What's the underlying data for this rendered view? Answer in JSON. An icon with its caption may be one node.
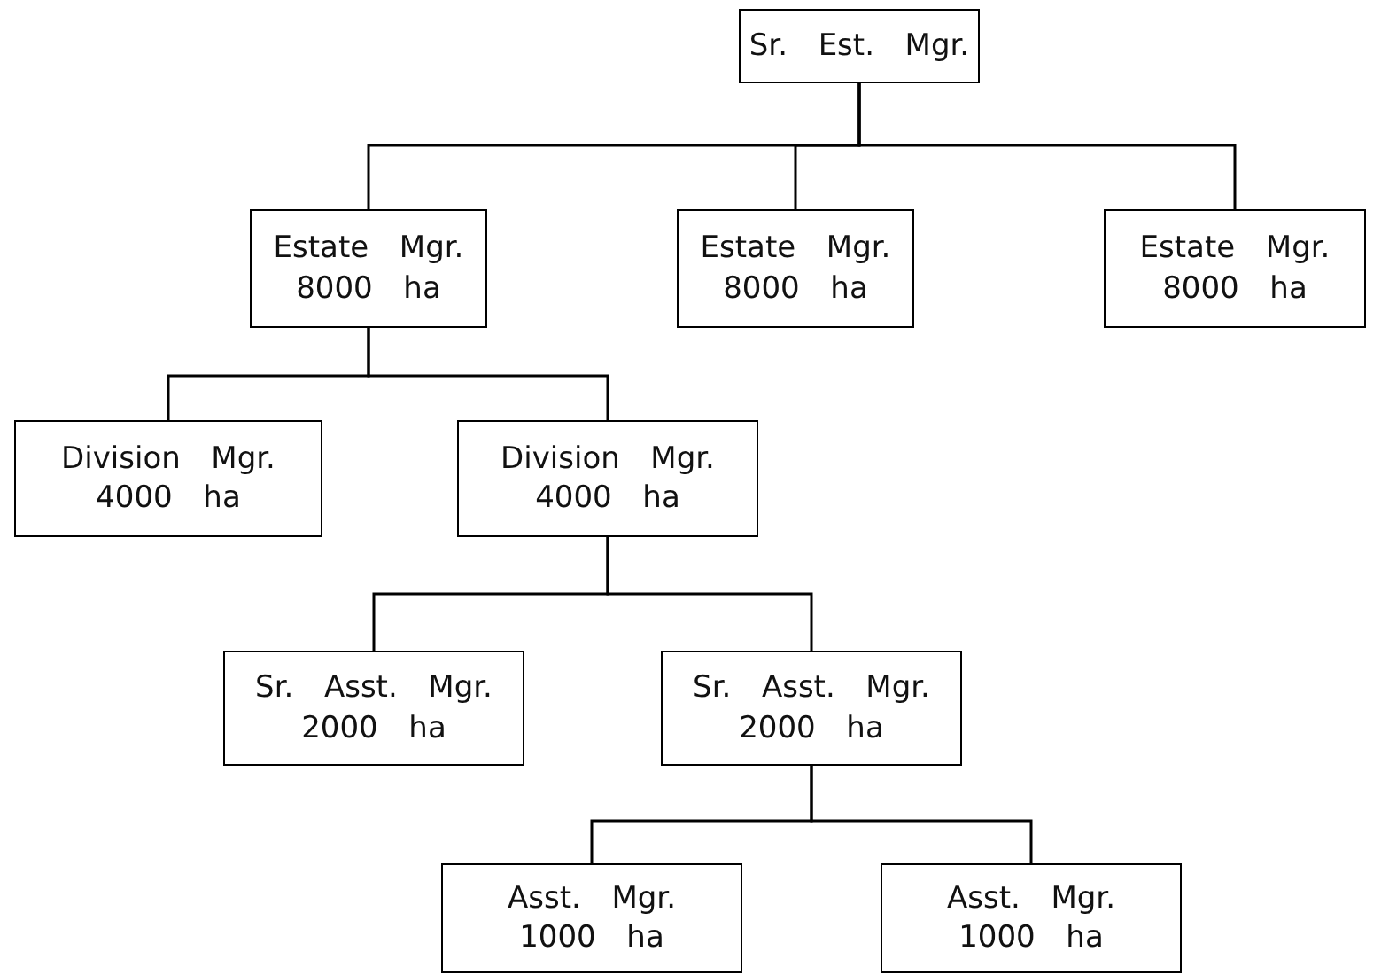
{
  "diagram": {
    "nodes": [
      {
        "text": [
          "Sr. Est. Mgr."
        ]
      },
      {
        "text": [
          "Estate Mgr.",
          "8000 ha"
        ]
      },
      {
        "text": [
          "Estate Mgr.",
          "8000 ha"
        ]
      },
      {
        "text": [
          "Estate Mgr.",
          "8000 ha"
        ]
      },
      {
        "text": [
          "Division Mgr.",
          "4000 ha"
        ]
      },
      {
        "text": [
          "Division Mgr.",
          "4000 ha"
        ]
      },
      {
        "text": [
          "Sr. Asst. Mgr.",
          "2000 ha"
        ]
      },
      {
        "text": [
          "Sr. Asst. Mgr.",
          "2000 ha"
        ]
      },
      {
        "text": [
          "Asst. Mgr.",
          "1000 ha"
        ]
      },
      {
        "text": [
          "Asst. Mgr.",
          "1000 ha"
        ]
      }
    ],
    "edges": [
      {
        "from": 0,
        "to": 1,
        "arrow": "none"
      },
      {
        "from": 0,
        "to": 2,
        "arrow": "none"
      },
      {
        "from": 0,
        "to": 3,
        "arrow": "none"
      },
      {
        "from": 1,
        "to": 4,
        "arrow": "none"
      },
      {
        "from": 1,
        "to": 5,
        "arrow": "none"
      },
      {
        "from": 5,
        "to": 6,
        "arrow": "none"
      },
      {
        "from": 5,
        "to": 7,
        "arrow": "none"
      },
      {
        "from": 7,
        "to": 8,
        "arrow": "none"
      },
      {
        "from": 7,
        "to": 9,
        "arrow": "none"
      }
    ]
  }
}
